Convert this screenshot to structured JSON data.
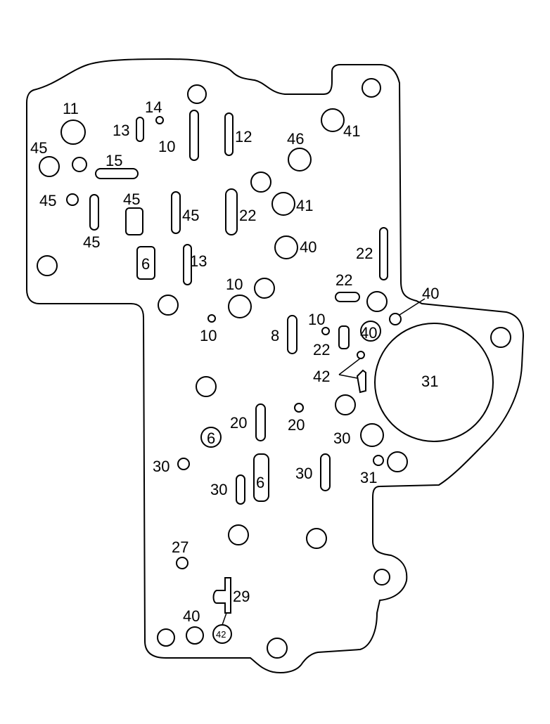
{
  "labels": {
    "l11": "11",
    "l14": "14",
    "l13a": "13",
    "l10a": "10",
    "l12": "12",
    "l46": "46",
    "l41a": "41",
    "l45a": "45",
    "l15": "15",
    "l45b": "45",
    "l45c": "45",
    "l45d": "45",
    "l45e": "45",
    "l22a": "22",
    "l41b": "41",
    "l40a": "40",
    "l6a": "6",
    "l13b": "13",
    "l22b": "22",
    "l22c": "22",
    "l40b": "40",
    "l10b": "10",
    "l10c": "10",
    "l10d": "10",
    "l8": "8",
    "l40c": "40",
    "l22d": "22",
    "l42a": "42",
    "l31a": "31",
    "l20a": "20",
    "l20b": "20",
    "l6b": "6",
    "l30a": "30",
    "l30b": "30",
    "l30c": "30",
    "l6c": "6",
    "l30d": "30",
    "l31b": "31",
    "l27": "27",
    "l29": "29",
    "l40d": "40",
    "l42b": "42"
  }
}
